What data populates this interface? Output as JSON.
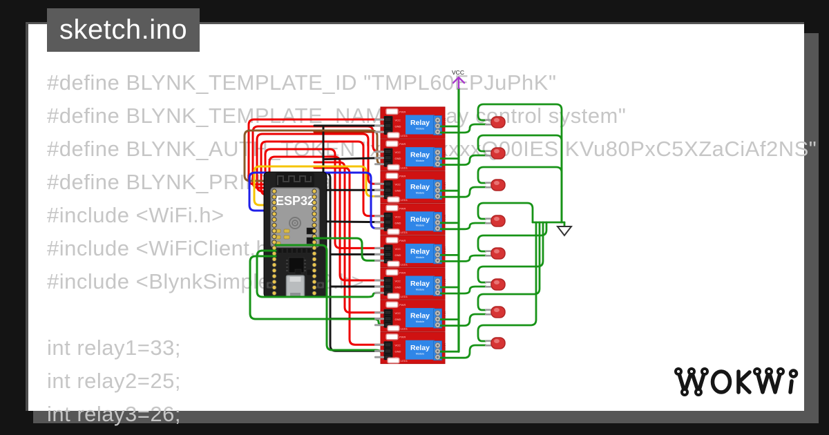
{
  "title": {
    "label": "sketch.ino"
  },
  "code": {
    "lines": [
      "#define BLYNK_TEMPLATE_ID \"TMPL60EPJuPhK\"",
      "#define BLYNK_TEMPLATE_NAME \"Relay control system\"",
      "#define BLYNK_AUTH_TOKEN \"x6xxxxxxxxQ00IESIKVu80PxC5XZaCiAf2NS\"",
      "#define BLYNK_PRINT Serial",
      "#include <WiFi.h>",
      "#include <WiFiClient.h>",
      "#include <BlynkSimpleEsp32.h>",
      "",
      "int relay1=33;",
      "int relay2=25;",
      "int relay3=26;"
    ]
  },
  "watermark": {
    "label": "WOKWI"
  },
  "circuit": {
    "vcc_label": "VCC",
    "esp32_label": "ESP32",
    "relay_count": 8,
    "led_count": 8,
    "relay": {
      "title": "Relay",
      "subtitle": "Module",
      "pin_labels": [
        "VCC",
        "GND",
        "IN"
      ],
      "terminal_labels": "NC C NO",
      "pwr_label": "PWR",
      "led_label": "LED1"
    },
    "colors": {
      "board_red": "#cf1212",
      "relay_blue": "#2f86e8",
      "led_red": "#d63434",
      "pin_gold": "#e8c44e",
      "wire_red": "#ee0000",
      "wire_dark_red": "#b22200",
      "wire_black": "#161616",
      "wire_green": "#179317",
      "wire_yellow": "#f5c400",
      "wire_blue": "#1f1fe8",
      "wire_brown": "#8a5a2a",
      "vcc_purple": "#a93acc",
      "ground_stroke": "#333333"
    }
  },
  "frame": {
    "bg": "#141414",
    "shadow": "#565656",
    "titlebar_bg": "#5b5b5b",
    "code_color": "#c6c6c6"
  }
}
